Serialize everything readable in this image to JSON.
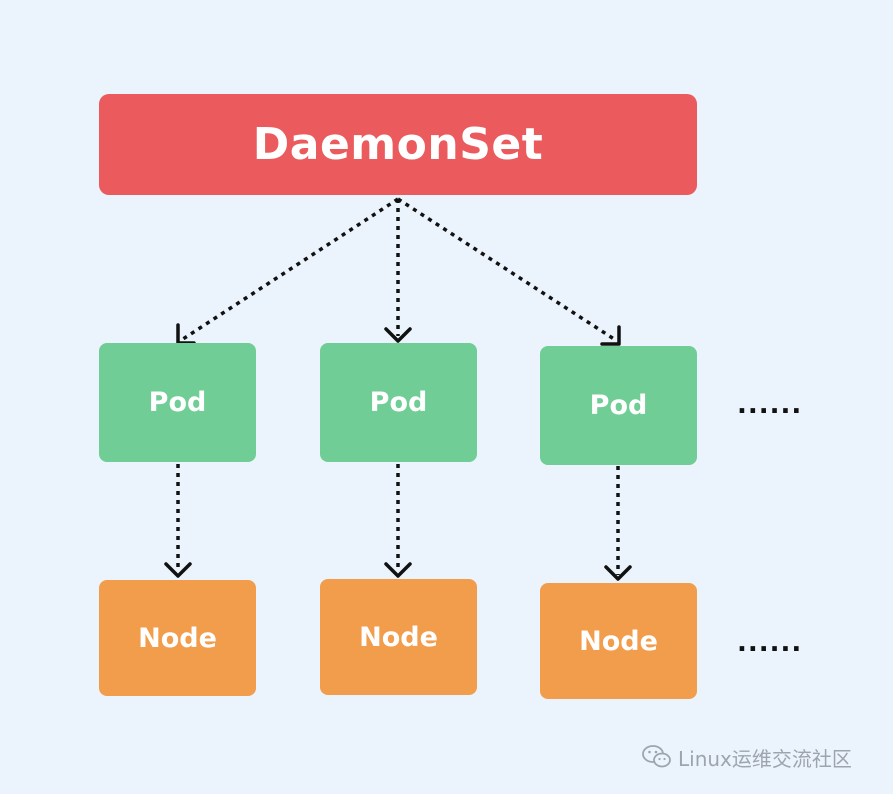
{
  "diagram": {
    "root_label": "DaemonSet",
    "columns": [
      {
        "pod_label": "Pod",
        "node_label": "Node"
      },
      {
        "pod_label": "Pod",
        "node_label": "Node"
      },
      {
        "pod_label": "Pod",
        "node_label": "Node"
      }
    ],
    "pod_row_continuation": "......",
    "node_row_continuation": "......"
  },
  "watermark": {
    "text": "Linux运维交流社区"
  },
  "colors": {
    "background": "#ebf4fc",
    "daemonset": "#eb5a5c",
    "pod": "#6fcd95",
    "node": "#f29d4b",
    "arrow": "#111111",
    "watermark": "#9ea4ab"
  }
}
